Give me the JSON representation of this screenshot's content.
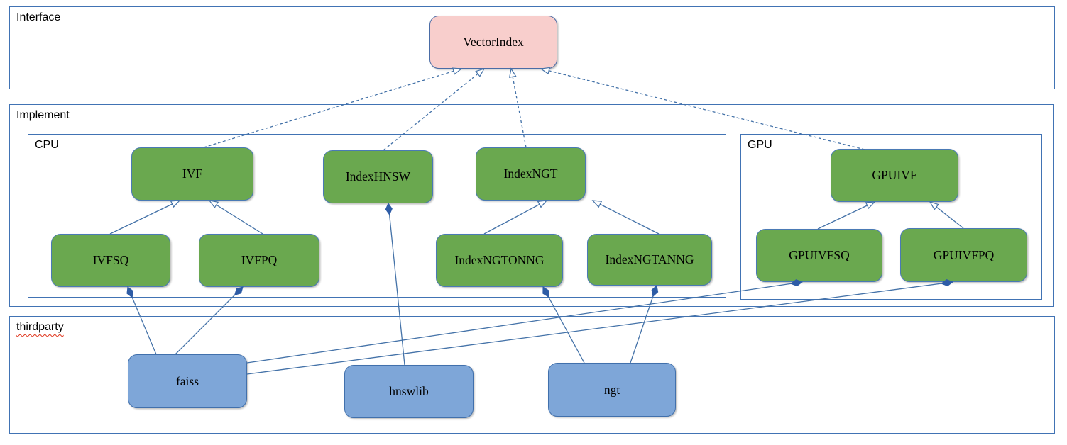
{
  "diagram": {
    "containers": {
      "interface": {
        "label": "Interface"
      },
      "implement": {
        "label": "Implement"
      },
      "cpu": {
        "label": "CPU"
      },
      "gpu": {
        "label": "GPU"
      },
      "thirdparty": {
        "label": "thirdparty",
        "spellcheck_underline": true
      }
    },
    "nodes": {
      "vectorindex": {
        "label": "VectorIndex",
        "kind": "interface"
      },
      "ivf": {
        "label": "IVF",
        "kind": "implementation",
        "group": "CPU"
      },
      "indexhnsw": {
        "label": "IndexHNSW",
        "kind": "implementation",
        "group": "CPU"
      },
      "indexngt": {
        "label": "IndexNGT",
        "kind": "implementation",
        "group": "CPU"
      },
      "ivfsq": {
        "label": "IVFSQ",
        "kind": "implementation",
        "group": "CPU"
      },
      "ivfpq": {
        "label": "IVFPQ",
        "kind": "implementation",
        "group": "CPU"
      },
      "indexngtonng": {
        "label": "IndexNGTONNG",
        "kind": "implementation",
        "group": "CPU"
      },
      "indexngtanng": {
        "label": "IndexNGTANNG",
        "kind": "implementation",
        "group": "CPU"
      },
      "gpuivf": {
        "label": "GPUIVF",
        "kind": "implementation",
        "group": "GPU"
      },
      "gpuivfsq": {
        "label": "GPUIVFSQ",
        "kind": "implementation",
        "group": "GPU"
      },
      "gpuivfpq": {
        "label": "GPUIVFPQ",
        "kind": "implementation",
        "group": "GPU"
      },
      "faiss": {
        "label": "faiss",
        "kind": "thirdparty"
      },
      "hnswlib": {
        "label": "hnswlib",
        "kind": "thirdparty"
      },
      "ngt": {
        "label": "ngt",
        "kind": "thirdparty"
      }
    },
    "edges": [
      {
        "from": "IVF",
        "to": "VectorIndex",
        "type": "realization"
      },
      {
        "from": "IndexHNSW",
        "to": "VectorIndex",
        "type": "realization"
      },
      {
        "from": "IndexNGT",
        "to": "VectorIndex",
        "type": "realization"
      },
      {
        "from": "GPUIVF",
        "to": "VectorIndex",
        "type": "realization"
      },
      {
        "from": "IVFSQ",
        "to": "IVF",
        "type": "generalization"
      },
      {
        "from": "IVFPQ",
        "to": "IVF",
        "type": "generalization"
      },
      {
        "from": "IndexNGTONNG",
        "to": "IndexNGT",
        "type": "generalization"
      },
      {
        "from": "IndexNGTANNG",
        "to": "IndexNGT",
        "type": "generalization"
      },
      {
        "from": "GPUIVFSQ",
        "to": "GPUIVF",
        "type": "generalization"
      },
      {
        "from": "GPUIVFPQ",
        "to": "GPUIVF",
        "type": "generalization"
      },
      {
        "from": "IVFSQ",
        "to": "faiss",
        "type": "composition"
      },
      {
        "from": "IVFPQ",
        "to": "faiss",
        "type": "composition"
      },
      {
        "from": "IndexHNSW",
        "to": "hnswlib",
        "type": "composition"
      },
      {
        "from": "IndexNGTONNG",
        "to": "ngt",
        "type": "composition"
      },
      {
        "from": "IndexNGTANNG",
        "to": "ngt",
        "type": "composition"
      },
      {
        "from": "GPUIVFSQ",
        "to": "faiss",
        "type": "composition"
      },
      {
        "from": "GPUIVFPQ",
        "to": "faiss",
        "type": "composition"
      }
    ],
    "colors": {
      "impl_fill": "#6aa84f",
      "impl_border": "#4a7ab5",
      "interface_fill": "#f8cecc",
      "interface_border": "#4a6ca6",
      "thirdparty_fill": "#7ea6d8",
      "thirdparty_border": "#4170ac",
      "line": "#4472a8",
      "diamond": "#2e5ca6",
      "container_border": "#4173b4",
      "spellcheck": "#e0341b"
    }
  }
}
